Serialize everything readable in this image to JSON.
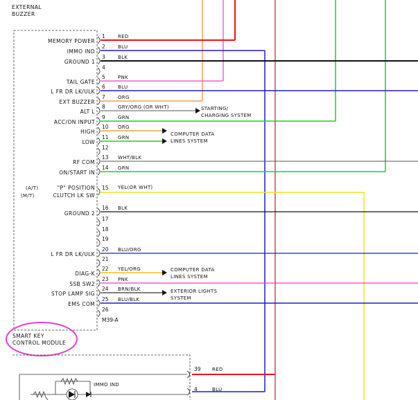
{
  "top_label": {
    "line1": "EXTERNAL",
    "line2": "BUZZER"
  },
  "module_label": {
    "line1": "SMART KEY",
    "line2": "CONTROL MODULE",
    "connector": "M39-A"
  },
  "side_notes": {
    "at": "(A/T)",
    "mt": "(M/T)"
  },
  "colors": {
    "red": "#e8141b",
    "blue": "#1a1ad6",
    "black": "#111111",
    "pink": "#e040c8",
    "orange": "#f08a1e",
    "green": "#22cc22",
    "yellow": "#f2e31a",
    "gray": "#555555",
    "highlight": "#e83cd0",
    "darkred": "#c0182a"
  },
  "pins": [
    {
      "n": "1",
      "label": "MEMORY POWER",
      "wire": "RED"
    },
    {
      "n": "2",
      "label": "",
      "wire": "BLU"
    },
    {
      "n": "",
      "label": "IMMO IND",
      "wire": ""
    },
    {
      "n": "3",
      "label": "",
      "wire": "BLK"
    },
    {
      "n": "",
      "label": "GROUND 1",
      "wire": ""
    },
    {
      "n": "4",
      "label": "",
      "wire": ""
    },
    {
      "n": "5",
      "label": "",
      "wire": "PNK"
    },
    {
      "n": "",
      "label": "TAIL GATE",
      "wire": ""
    },
    {
      "n": "6",
      "label": "",
      "wire": "BLU"
    },
    {
      "n": "",
      "label": "L FR DR LK/ULK",
      "wire": ""
    },
    {
      "n": "7",
      "label": "",
      "wire": "ORG"
    },
    {
      "n": "",
      "label": "EXT BUZZER",
      "wire": ""
    },
    {
      "n": "8",
      "label": "",
      "wire": "GRY/ORG (OR WHT)"
    },
    {
      "n": "",
      "label": "ALT L",
      "wire": ""
    },
    {
      "n": "9",
      "label": "",
      "wire": "GRN"
    },
    {
      "n": "",
      "label": "ACC/ON INPUT",
      "wire": ""
    },
    {
      "n": "10",
      "label": "",
      "wire": "ORG"
    },
    {
      "n": "",
      "label": "HIGH",
      "wire": ""
    },
    {
      "n": "11",
      "label": "",
      "wire": "GRN"
    },
    {
      "n": "",
      "label": "LOW",
      "wire": ""
    },
    {
      "n": "12",
      "label": "",
      "wire": ""
    },
    {
      "n": "13",
      "label": "",
      "wire": "WHT/BLK"
    },
    {
      "n": "",
      "label": "RF COM",
      "wire": ""
    },
    {
      "n": "14",
      "label": "",
      "wire": "GRN"
    },
    {
      "n": "",
      "label": "ON/START IN",
      "wire": ""
    },
    {
      "n": "15",
      "label": "\"P\" POSITION",
      "wire": "YEL(OR WHT)"
    },
    {
      "n": "",
      "label": "CLUTCH LK SW",
      "wire": ""
    },
    {
      "n": "16",
      "label": "",
      "wire": "BLK"
    },
    {
      "n": "",
      "label": "GROUND 2",
      "wire": ""
    },
    {
      "n": "17",
      "label": "",
      "wire": ""
    },
    {
      "n": "18",
      "label": "",
      "wire": ""
    },
    {
      "n": "19",
      "label": "",
      "wire": ""
    },
    {
      "n": "20",
      "label": "",
      "wire": "BLU/ORG"
    },
    {
      "n": "",
      "label": "L FR DR LK/ULK",
      "wire": ""
    },
    {
      "n": "21",
      "label": "",
      "wire": ""
    },
    {
      "n": "22",
      "label": "",
      "wire": "YEL/ORG"
    },
    {
      "n": "",
      "label": "DIAG-K",
      "wire": ""
    },
    {
      "n": "23",
      "label": "",
      "wire": "PNK"
    },
    {
      "n": "",
      "label": "SSB SW2",
      "wire": ""
    },
    {
      "n": "24",
      "label": "",
      "wire": "BRN/BLK"
    },
    {
      "n": "",
      "label": "STOP LAMP SIG",
      "wire": ""
    },
    {
      "n": "25",
      "label": "",
      "wire": "BLU/BLK"
    },
    {
      "n": "",
      "label": "EMS COM",
      "wire": ""
    },
    {
      "n": "26",
      "label": "",
      "wire": ""
    }
  ],
  "systems": {
    "starting": {
      "line1": "STARTING/",
      "line2": "CHARGING SYSTEM"
    },
    "comp1": {
      "line1": "COMPUTER DATA",
      "line2": "LINES SYSTEM"
    },
    "comp2": {
      "line1": "COMPUTER DATA",
      "line2": "LINES SYSTEM"
    },
    "exterior": {
      "line1": "EXTERIOR LIGHTS",
      "line2": "SYSTEM"
    }
  },
  "lower": {
    "pin39": "39",
    "wire39": "RED",
    "pin4": "4",
    "wire4": "BLU",
    "immo_label": "IMMO IND"
  }
}
